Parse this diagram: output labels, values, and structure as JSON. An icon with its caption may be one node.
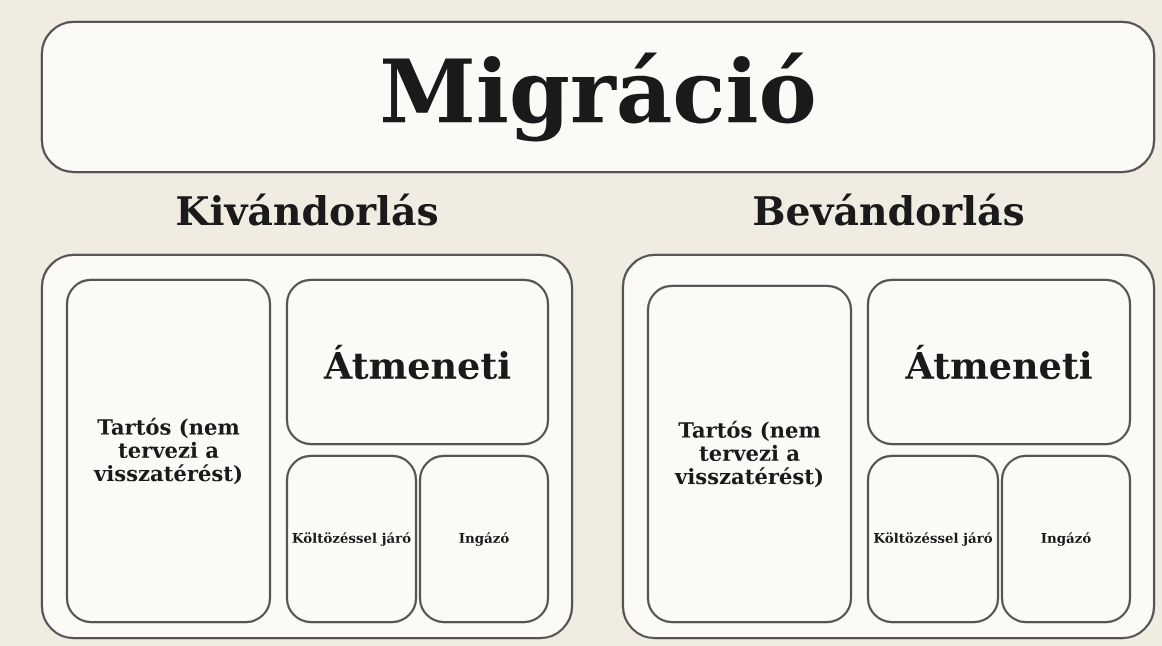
{
  "diagram": {
    "nodes": [
      {
        "text": [
          "Migráció"
        ]
      },
      {
        "text": [
          "Kivándorlás"
        ]
      },
      {
        "text": [
          "Tartós (nem tervezi a visszatérést)"
        ],
        "in": 1
      },
      {
        "text": [
          "Átmeneti"
        ],
        "in": 1
      },
      {
        "text": [
          "Költözéssel járó"
        ],
        "in": 1
      },
      {
        "text": [
          "Ingázó"
        ],
        "in": 1
      },
      {
        "text": [
          "Bevándorlás"
        ]
      },
      {
        "text": [
          "Tartós (nem tervezi a visszatérést)"
        ],
        "in": 6
      },
      {
        "text": [
          "Átmeneti"
        ],
        "in": 6
      },
      {
        "text": [
          "Költözéssel járó"
        ],
        "in": 6
      },
      {
        "text": [
          "Ingázó"
        ],
        "in": 6
      }
    ]
  }
}
